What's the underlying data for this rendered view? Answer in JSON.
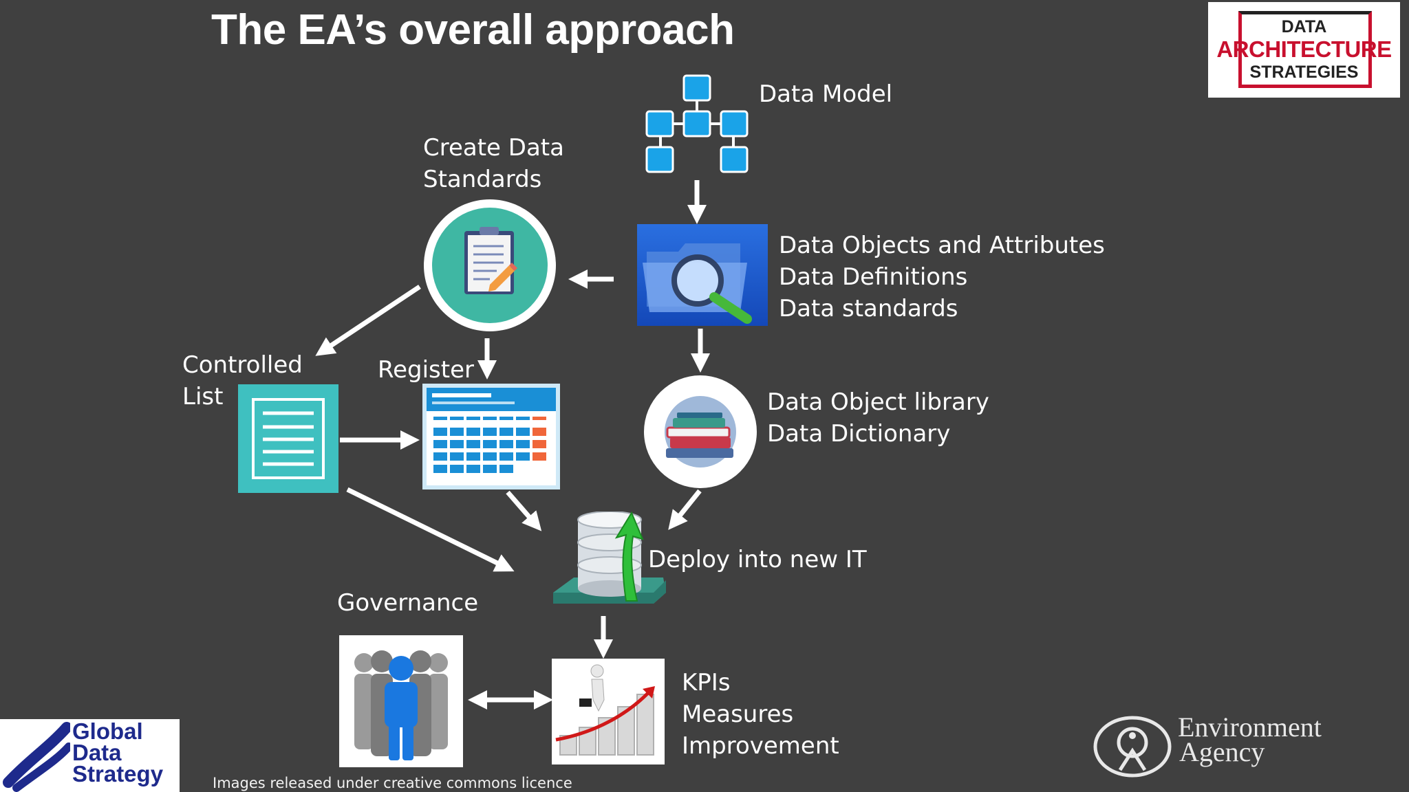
{
  "title": "The EA’s overall approach",
  "nodes": {
    "data_model": "Data Model",
    "create_standards": [
      "Create Data",
      "Standards"
    ],
    "data_objects": [
      "Data Objects and Attributes",
      "Data Definitions",
      "Data standards"
    ],
    "controlled_list": [
      "Controlled",
      "List"
    ],
    "register": "Register",
    "library": [
      "Data Object library",
      "Data Dictionary"
    ],
    "deploy": "Deploy into new IT",
    "governance": "Governance",
    "kpis": [
      "KPIs",
      "Measures",
      "Improvement"
    ]
  },
  "footer_note": "Images released under creative commons licence",
  "logos": {
    "das": [
      "DATA",
      "ARCHITECTURE",
      "STRATEGIES"
    ],
    "gds": [
      "Global",
      "Data",
      "Strategy"
    ],
    "ea": [
      "Environment",
      "Agency"
    ]
  },
  "colors": {
    "background": "#404040",
    "teal": "#3fb7a3",
    "blue_box": "#1aa3e8",
    "das_red": "#c8102e",
    "gds_blue": "#1e2a8c"
  }
}
